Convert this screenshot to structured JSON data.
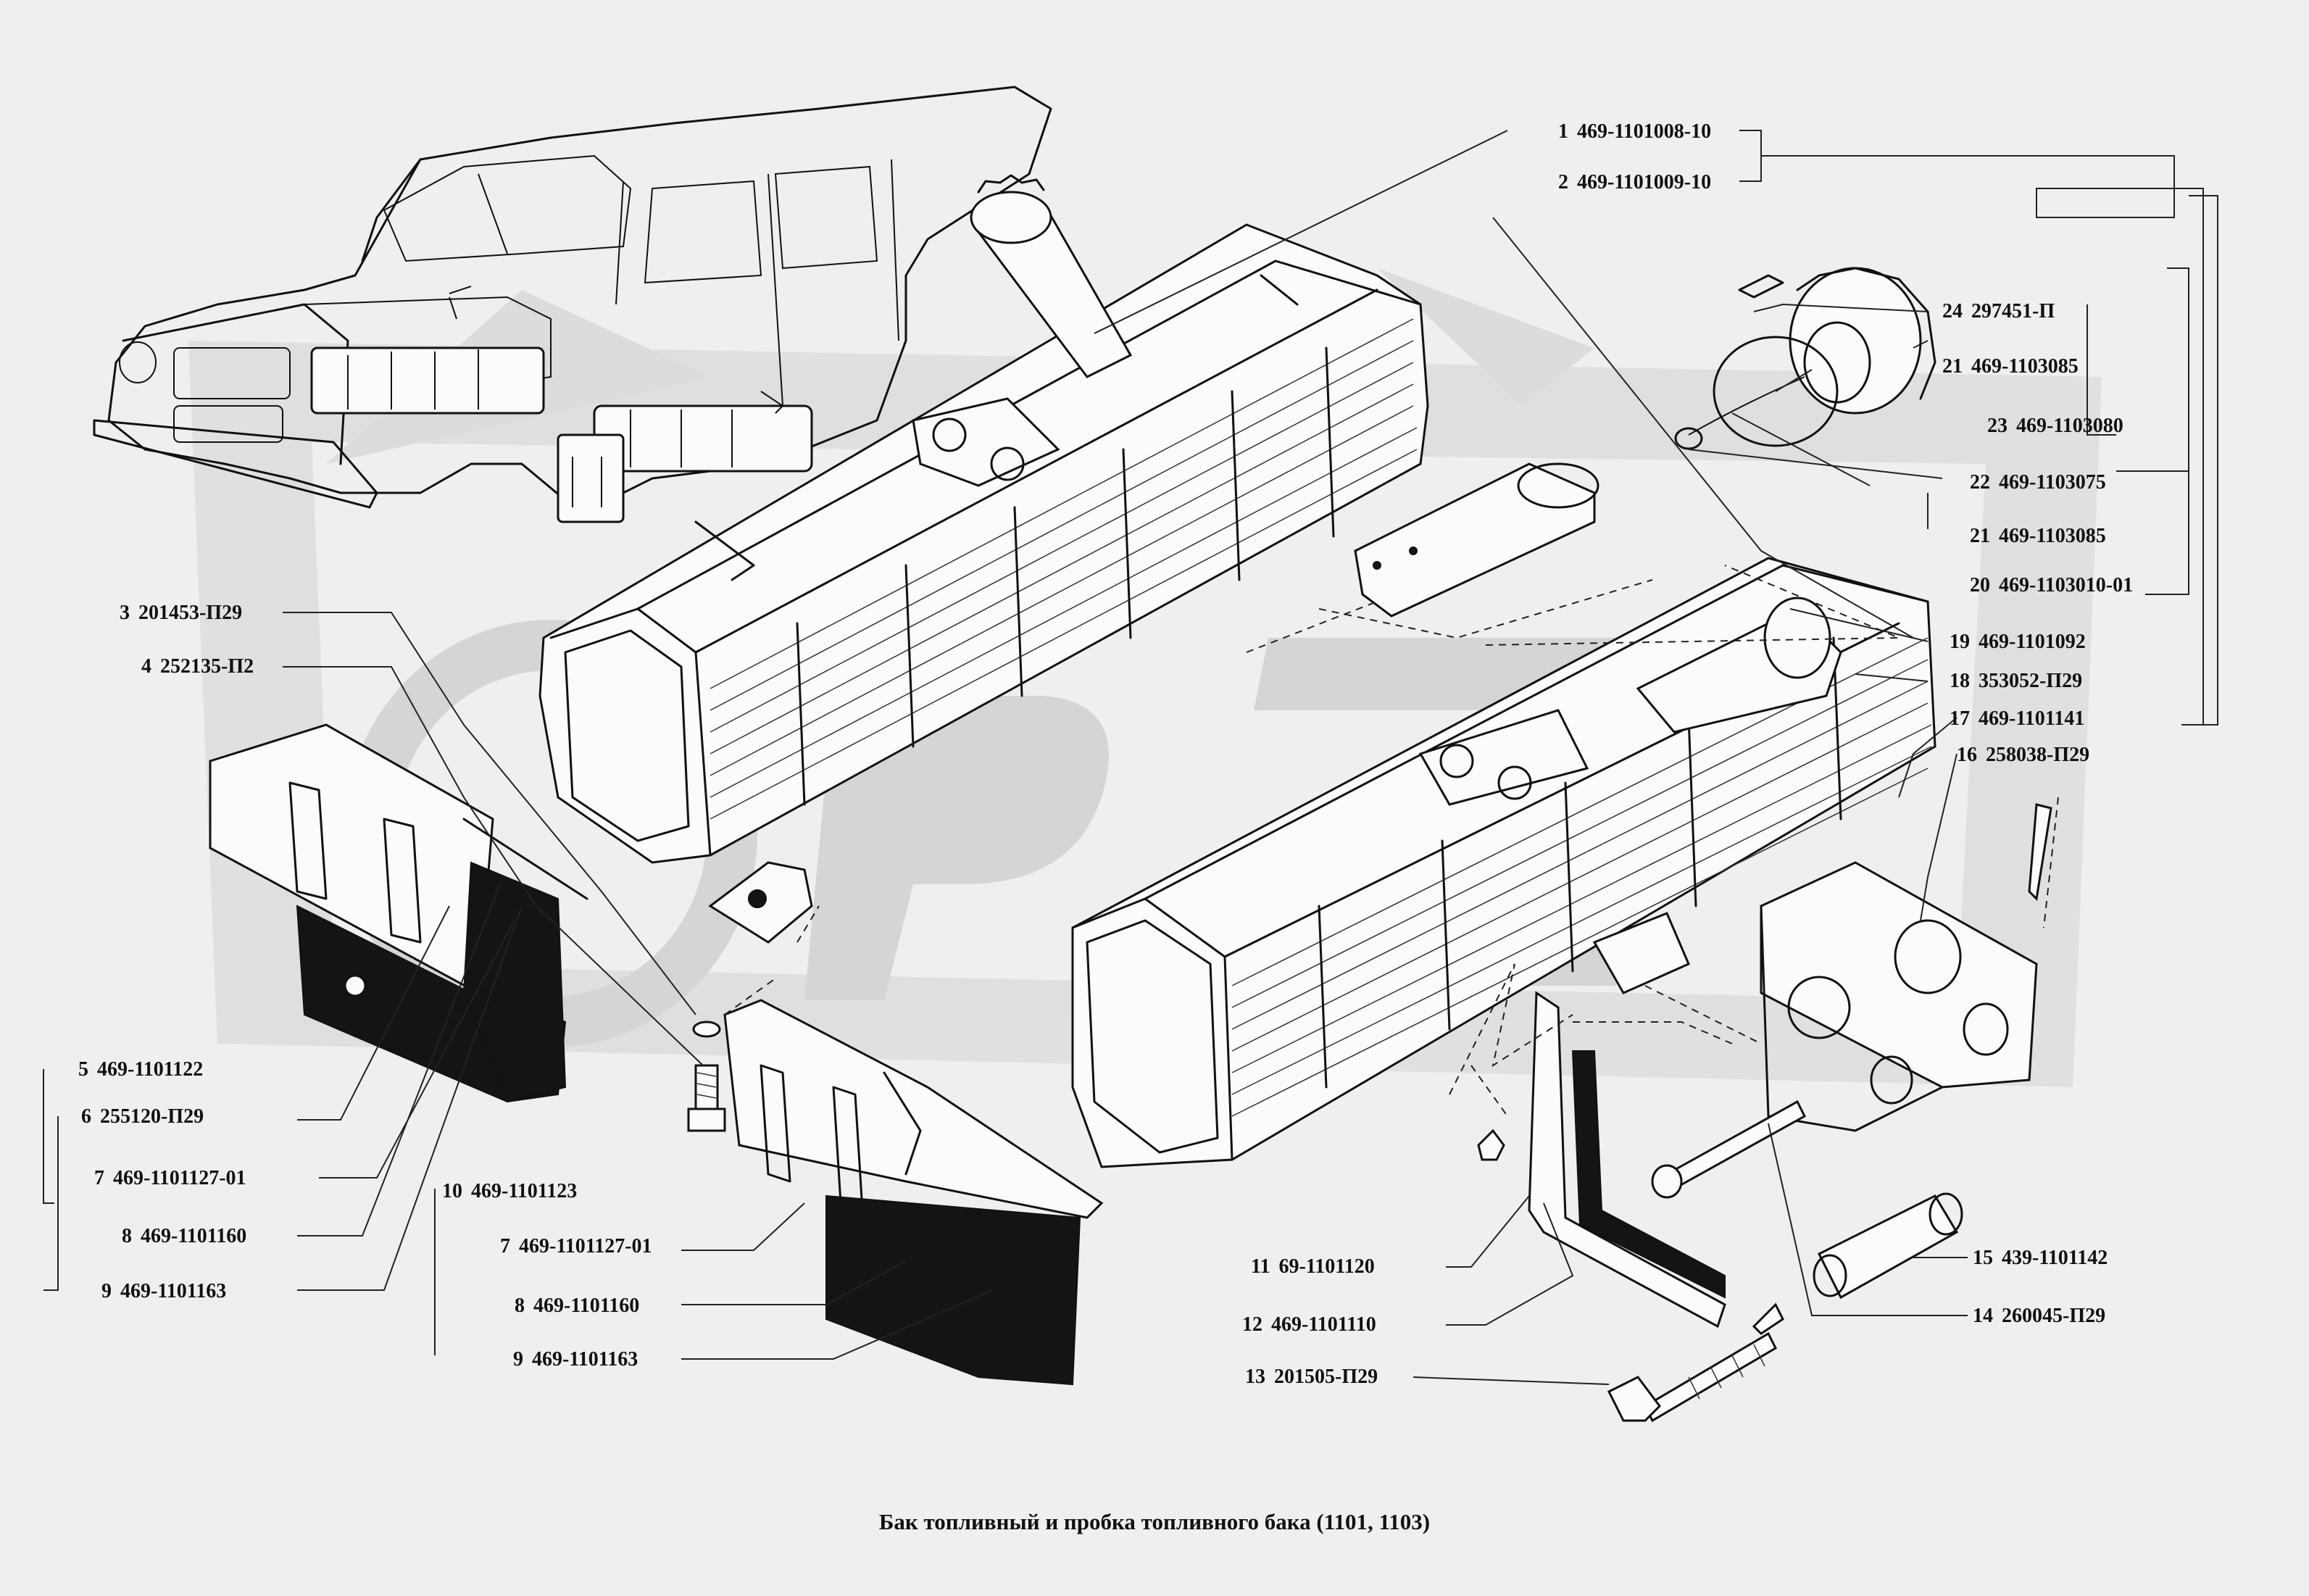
{
  "caption": "Бак топливный и пробка топливного бака (1101, 1103)",
  "watermark": "OPZ",
  "colors": {
    "background": "#efefef",
    "ink": "#111111",
    "watermark": "#d8d8d8"
  },
  "parts": [
    {
      "num": "1",
      "code": "469-1101008-10"
    },
    {
      "num": "2",
      "code": "469-1101009-10"
    },
    {
      "num": "24",
      "code": "297451-П"
    },
    {
      "num": "21",
      "code": "469-1103085"
    },
    {
      "num": "23",
      "code": "469-1103080"
    },
    {
      "num": "22",
      "code": "469-1103075"
    },
    {
      "num": "21",
      "code": "469-1103085"
    },
    {
      "num": "20",
      "code": "469-1103010-01"
    },
    {
      "num": "19",
      "code": "469-1101092"
    },
    {
      "num": "18",
      "code": "353052-П29"
    },
    {
      "num": "17",
      "code": "469-1101141"
    },
    {
      "num": "16",
      "code": "258038-П29"
    },
    {
      "num": "3",
      "code": "201453-П29"
    },
    {
      "num": "4",
      "code": "252135-П2"
    },
    {
      "num": "5",
      "code": "469-1101122"
    },
    {
      "num": "6",
      "code": "255120-П29"
    },
    {
      "num": "7",
      "code": "469-1101127-01"
    },
    {
      "num": "8",
      "code": "469-1101160"
    },
    {
      "num": "9",
      "code": "469-1101163"
    },
    {
      "num": "10",
      "code": "469-1101123"
    },
    {
      "num": "7",
      "code": "469-1101127-01"
    },
    {
      "num": "8",
      "code": "469-1101160"
    },
    {
      "num": "9",
      "code": "469-1101163"
    },
    {
      "num": "11",
      "code": "69-1101120"
    },
    {
      "num": "12",
      "code": "469-1101110"
    },
    {
      "num": "13",
      "code": "201505-П29"
    },
    {
      "num": "15",
      "code": "439-1101142"
    },
    {
      "num": "14",
      "code": "260045-П29"
    }
  ]
}
